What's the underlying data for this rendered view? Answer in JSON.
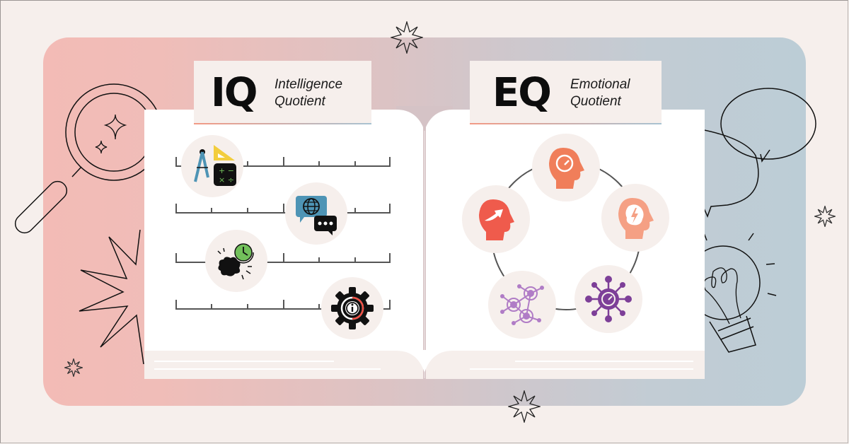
{
  "iq_card": {
    "abbreviation": "IQ",
    "line1": "Intelligence",
    "line2": "Quotient"
  },
  "eq_card": {
    "abbreviation": "EQ",
    "line1": "Emotional",
    "line2": "Quotient"
  },
  "iq_icons": [
    {
      "name": "math-tools-icon",
      "desc": "compass, set square and calculator"
    },
    {
      "name": "language-globe-chat-icon",
      "desc": "speech bubbles with globe"
    },
    {
      "name": "brain-clock-icon",
      "desc": "brain with clock"
    },
    {
      "name": "gear-info-icon",
      "desc": "gear with info symbol"
    }
  ],
  "eq_icons": [
    {
      "name": "head-gauge-icon",
      "desc": "head with gauge"
    },
    {
      "name": "head-lightning-icon",
      "desc": "head with lightning bolt"
    },
    {
      "name": "people-network-hub-icon",
      "desc": "central gauge surrounded by people"
    },
    {
      "name": "people-network-icon",
      "desc": "connected people network"
    },
    {
      "name": "head-growth-arrow-icon",
      "desc": "head with upward arrow"
    }
  ],
  "colors": {
    "background": "#f6efec",
    "banner_left": "#f3bbb6",
    "banner_right": "#bccdd6",
    "page": "#ffffff",
    "icon_circle": "#f6efec",
    "text": "#0d0d0d",
    "eq_orange": "#f07e5a",
    "eq_red": "#ef5b4c",
    "eq_peach": "#f5a084",
    "eq_purple": "#7d3f98",
    "eq_lilac": "#b07cc6",
    "iq_blue": "#4e94b5",
    "iq_yellow": "#f2cd3c",
    "iq_green": "#72c05b",
    "accent_red": "#ef4f43"
  }
}
